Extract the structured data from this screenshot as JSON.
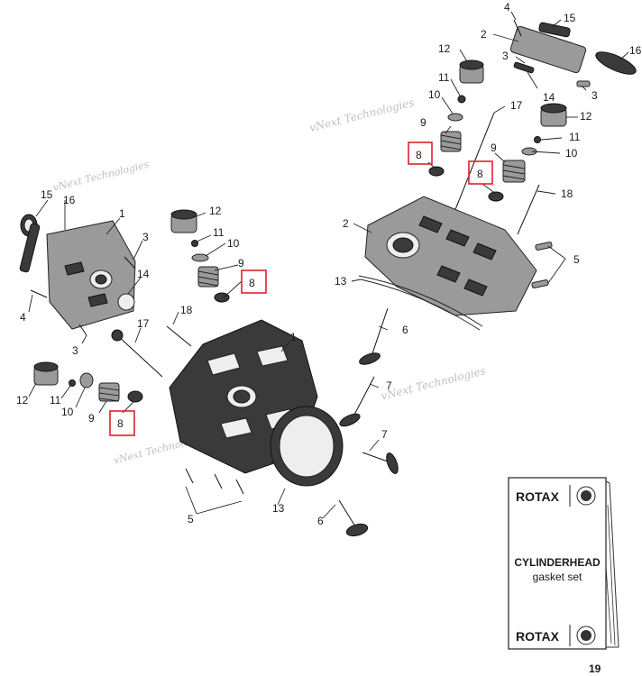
{
  "watermark": "vNext Technologies",
  "callouts": {
    "c4_top": "4",
    "c15_top": "15",
    "c2_top": "2",
    "c16_top": "16",
    "c12_tr": "12",
    "c3_tr": "3",
    "c11_tr": "11",
    "c14_tr": "14",
    "c3_tr2": "3",
    "c10_tr": "10",
    "c17_tr": "17",
    "c12_tr2": "12",
    "c9_tr": "9",
    "c11_tr2": "11",
    "c8_tr1": "8",
    "c9_tr2": "9",
    "c10_tr2": "10",
    "c8_tr2": "8",
    "c18_tr": "18",
    "c2_mid": "2",
    "c5_right": "5",
    "c13_mid": "13",
    "c15_left": "15",
    "c16_left": "16",
    "c1_left": "1",
    "c3_left": "3",
    "c14_left": "14",
    "c4_left": "4",
    "c3_left2": "3",
    "c12_mid": "12",
    "c11_mid": "11",
    "c10_mid": "10",
    "c9_mid": "9",
    "c8_mid": "8",
    "c18_mid": "18",
    "c17_mid": "17",
    "c1_mid": "1",
    "c12_bl": "12",
    "c11_bl": "11",
    "c10_bl": "10",
    "c9_bl": "9",
    "c8_bl": "8",
    "c6_mid": "6",
    "c7_mid": "7",
    "c7_low": "7",
    "c5_bottom": "5",
    "c13_bottom": "13",
    "c6_bottom": "6"
  },
  "gasket_card": {
    "brand_top": "ROTAX",
    "title": "CYLINDERHEAD",
    "subtitle": "gasket set",
    "brand_bottom": "ROTAX",
    "ref": "19"
  }
}
